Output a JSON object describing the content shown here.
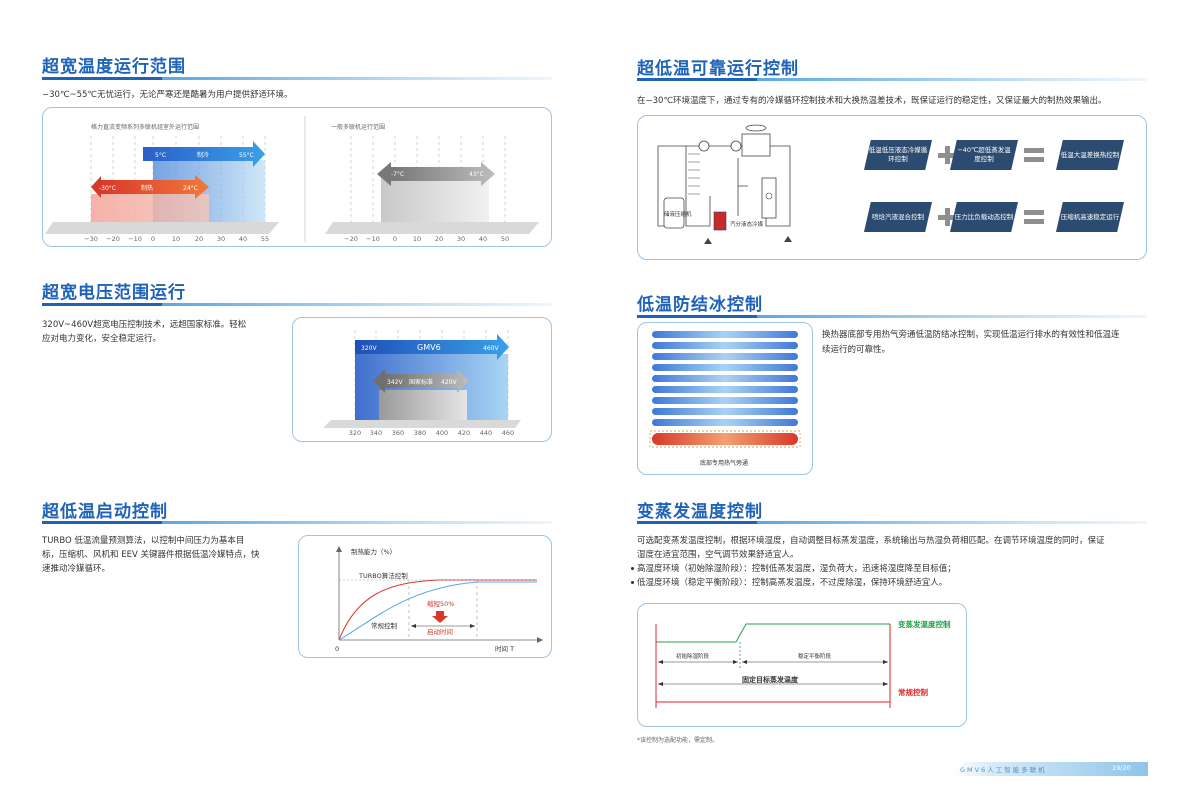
{
  "left": {
    "s1": {
      "title": "超宽温度运行范围",
      "desc": "−30℃~55℃无忧运行，无论严寒还是酷暑为用户提供舒适环境。",
      "chart_a": {
        "caption": "格力直流变频系列多联机组室外运行范围",
        "cool_left": "5°C",
        "cool_mid": "制冷",
        "cool_right": "55°C",
        "heat_left": "-30°C",
        "heat_mid": "制热",
        "heat_right": "24°C",
        "ticks": [
          "−30",
          "−20",
          "−10",
          "0",
          "10",
          "20",
          "30",
          "40",
          "55"
        ]
      },
      "chart_b": {
        "caption": "一般多联机运行范围",
        "left": "-7°C",
        "right": "43°C",
        "ticks": [
          "−20",
          "−10",
          "0",
          "10",
          "20",
          "30",
          "40",
          "50"
        ]
      }
    },
    "s2": {
      "title": "超宽电压范围运行",
      "desc_line1": "320V~460V超宽电压控制技术，远超国家标准。轻松",
      "desc_line2": "应对电力变化，安全稳定运行。",
      "chart": {
        "gmv_left": "320V",
        "gmv_mid": "GMV6",
        "gmv_right": "460V",
        "nat_left": "342V",
        "nat_mid": "国家标准",
        "nat_right": "420V",
        "ticks": [
          "320",
          "340",
          "360",
          "380",
          "400",
          "420",
          "440",
          "460"
        ]
      }
    },
    "s3": {
      "title": "超低温启动控制",
      "desc_line1": "TURBO 低温流量预测算法，以控制中间压力为基本目",
      "desc_line2": "标，压缩机、风机和 EEV 关键器件根据低温冷媒特点，快",
      "desc_line3": "速推动冷媒循环。",
      "chart": {
        "ylabel": "制热能力（%）",
        "turbo": "TURBO算法控制",
        "normal": "常规控制",
        "reduce": "缩短50%",
        "startup": "启动时间",
        "origin": "0",
        "xlabel": "时间 T"
      }
    }
  },
  "right": {
    "s4": {
      "title": "超低温可靠运行控制",
      "desc": "在−30℃环境温度下，通过专有的冷媒循环控制技术和大换热温差技术，既保证运行的稳定性，又保证最大的制热效果输出。",
      "diagram": {
        "tank": "储液压缩机",
        "sep": "汽分液态冷媒"
      },
      "row1": [
        "低温低压液态冷媒循环控制",
        "−40℃超低蒸发温度控制",
        "低温大温差换热控制"
      ],
      "row2": [
        "喷焓汽液混合控制",
        "压力比负载动态控制",
        "压缩机高速稳定运行"
      ]
    },
    "s5": {
      "title": "低温防结冰控制",
      "desc_line1": "换热器底部专用热气旁通低温防结冰控制，实现低温运行排水的有效性和低温连",
      "desc_line2": "续运行的可靠性。",
      "caption": "底部专用热气旁通"
    },
    "s6": {
      "title": "变蒸发温度控制",
      "desc_line1": "可选配变蒸发温度控制，根据环境湿度，自动调整目标蒸发温度，系统输出与热湿负荷相匹配。在调节环境温度的同时，保证",
      "desc_line2": "湿度在适宜范围，空气调节效果舒适宜人。",
      "bullet1": "高湿度环境（初始除湿阶段）：控制低蒸发温度，湿负荷大，迅速将湿度降至目标值；",
      "bullet2": "低湿度环境（稳定平衡阶段）：控制高蒸发温度，不过度除湿，保持环境舒适宜人。",
      "chart": {
        "green_label": "变蒸发温度控制",
        "red_label": "常规控制",
        "phase1": "初始除湿阶段",
        "phase2": "稳定平衡阶段",
        "center": "固定目标蒸发温度"
      },
      "footnote": "*该控制为选配功能，需定制。"
    },
    "footer": {
      "brand": "GMV6人工智能多联机",
      "page": "19/20"
    }
  },
  "colors": {
    "title": "#1f63b8",
    "accent": "#5aa7e3",
    "cool": "#2a7fd4",
    "heat": "#e0452f",
    "green": "#21a04a",
    "red": "#e0262a"
  }
}
